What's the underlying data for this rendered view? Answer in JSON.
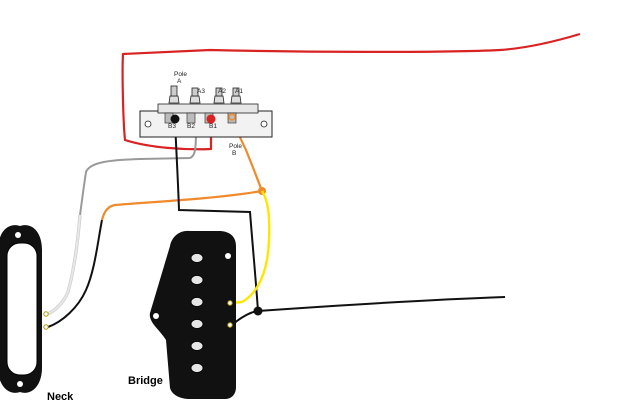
{
  "switch": {
    "labels": {
      "pole_a": "Pole\nA",
      "a3": "A3",
      "a2": "A2",
      "a1": "A1",
      "b3": "B3",
      "b2": "B2",
      "b1": "B1",
      "pole_b": "Pole\nB"
    }
  },
  "pickups": {
    "neck_label": "Neck",
    "bridge_label": "Bridge"
  },
  "colors": {
    "red": "#d92323",
    "black": "#111111",
    "gray": "#9a9a9a",
    "white": "#e8e8e8",
    "orange": "#f08a2a",
    "yellow": "#ffe600",
    "switch_body": "#f2f2f2",
    "outline": "#222222"
  }
}
